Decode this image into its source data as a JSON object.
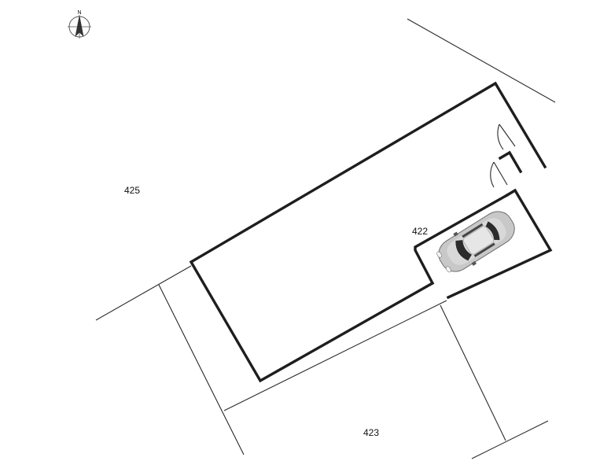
{
  "compass": {
    "letter": "N",
    "icon": "north-arrow-icon"
  },
  "lots": [
    {
      "id": "425",
      "label": "425"
    },
    {
      "id": "422",
      "label": "422"
    },
    {
      "id": "423",
      "label": "423"
    }
  ],
  "parking": {
    "icon": "car-icon",
    "car_body_color": "#c8c8c8"
  },
  "colors": {
    "walls": "#1e1e1e",
    "boundaries": "#2a2a2a",
    "background": "#ffffff"
  }
}
